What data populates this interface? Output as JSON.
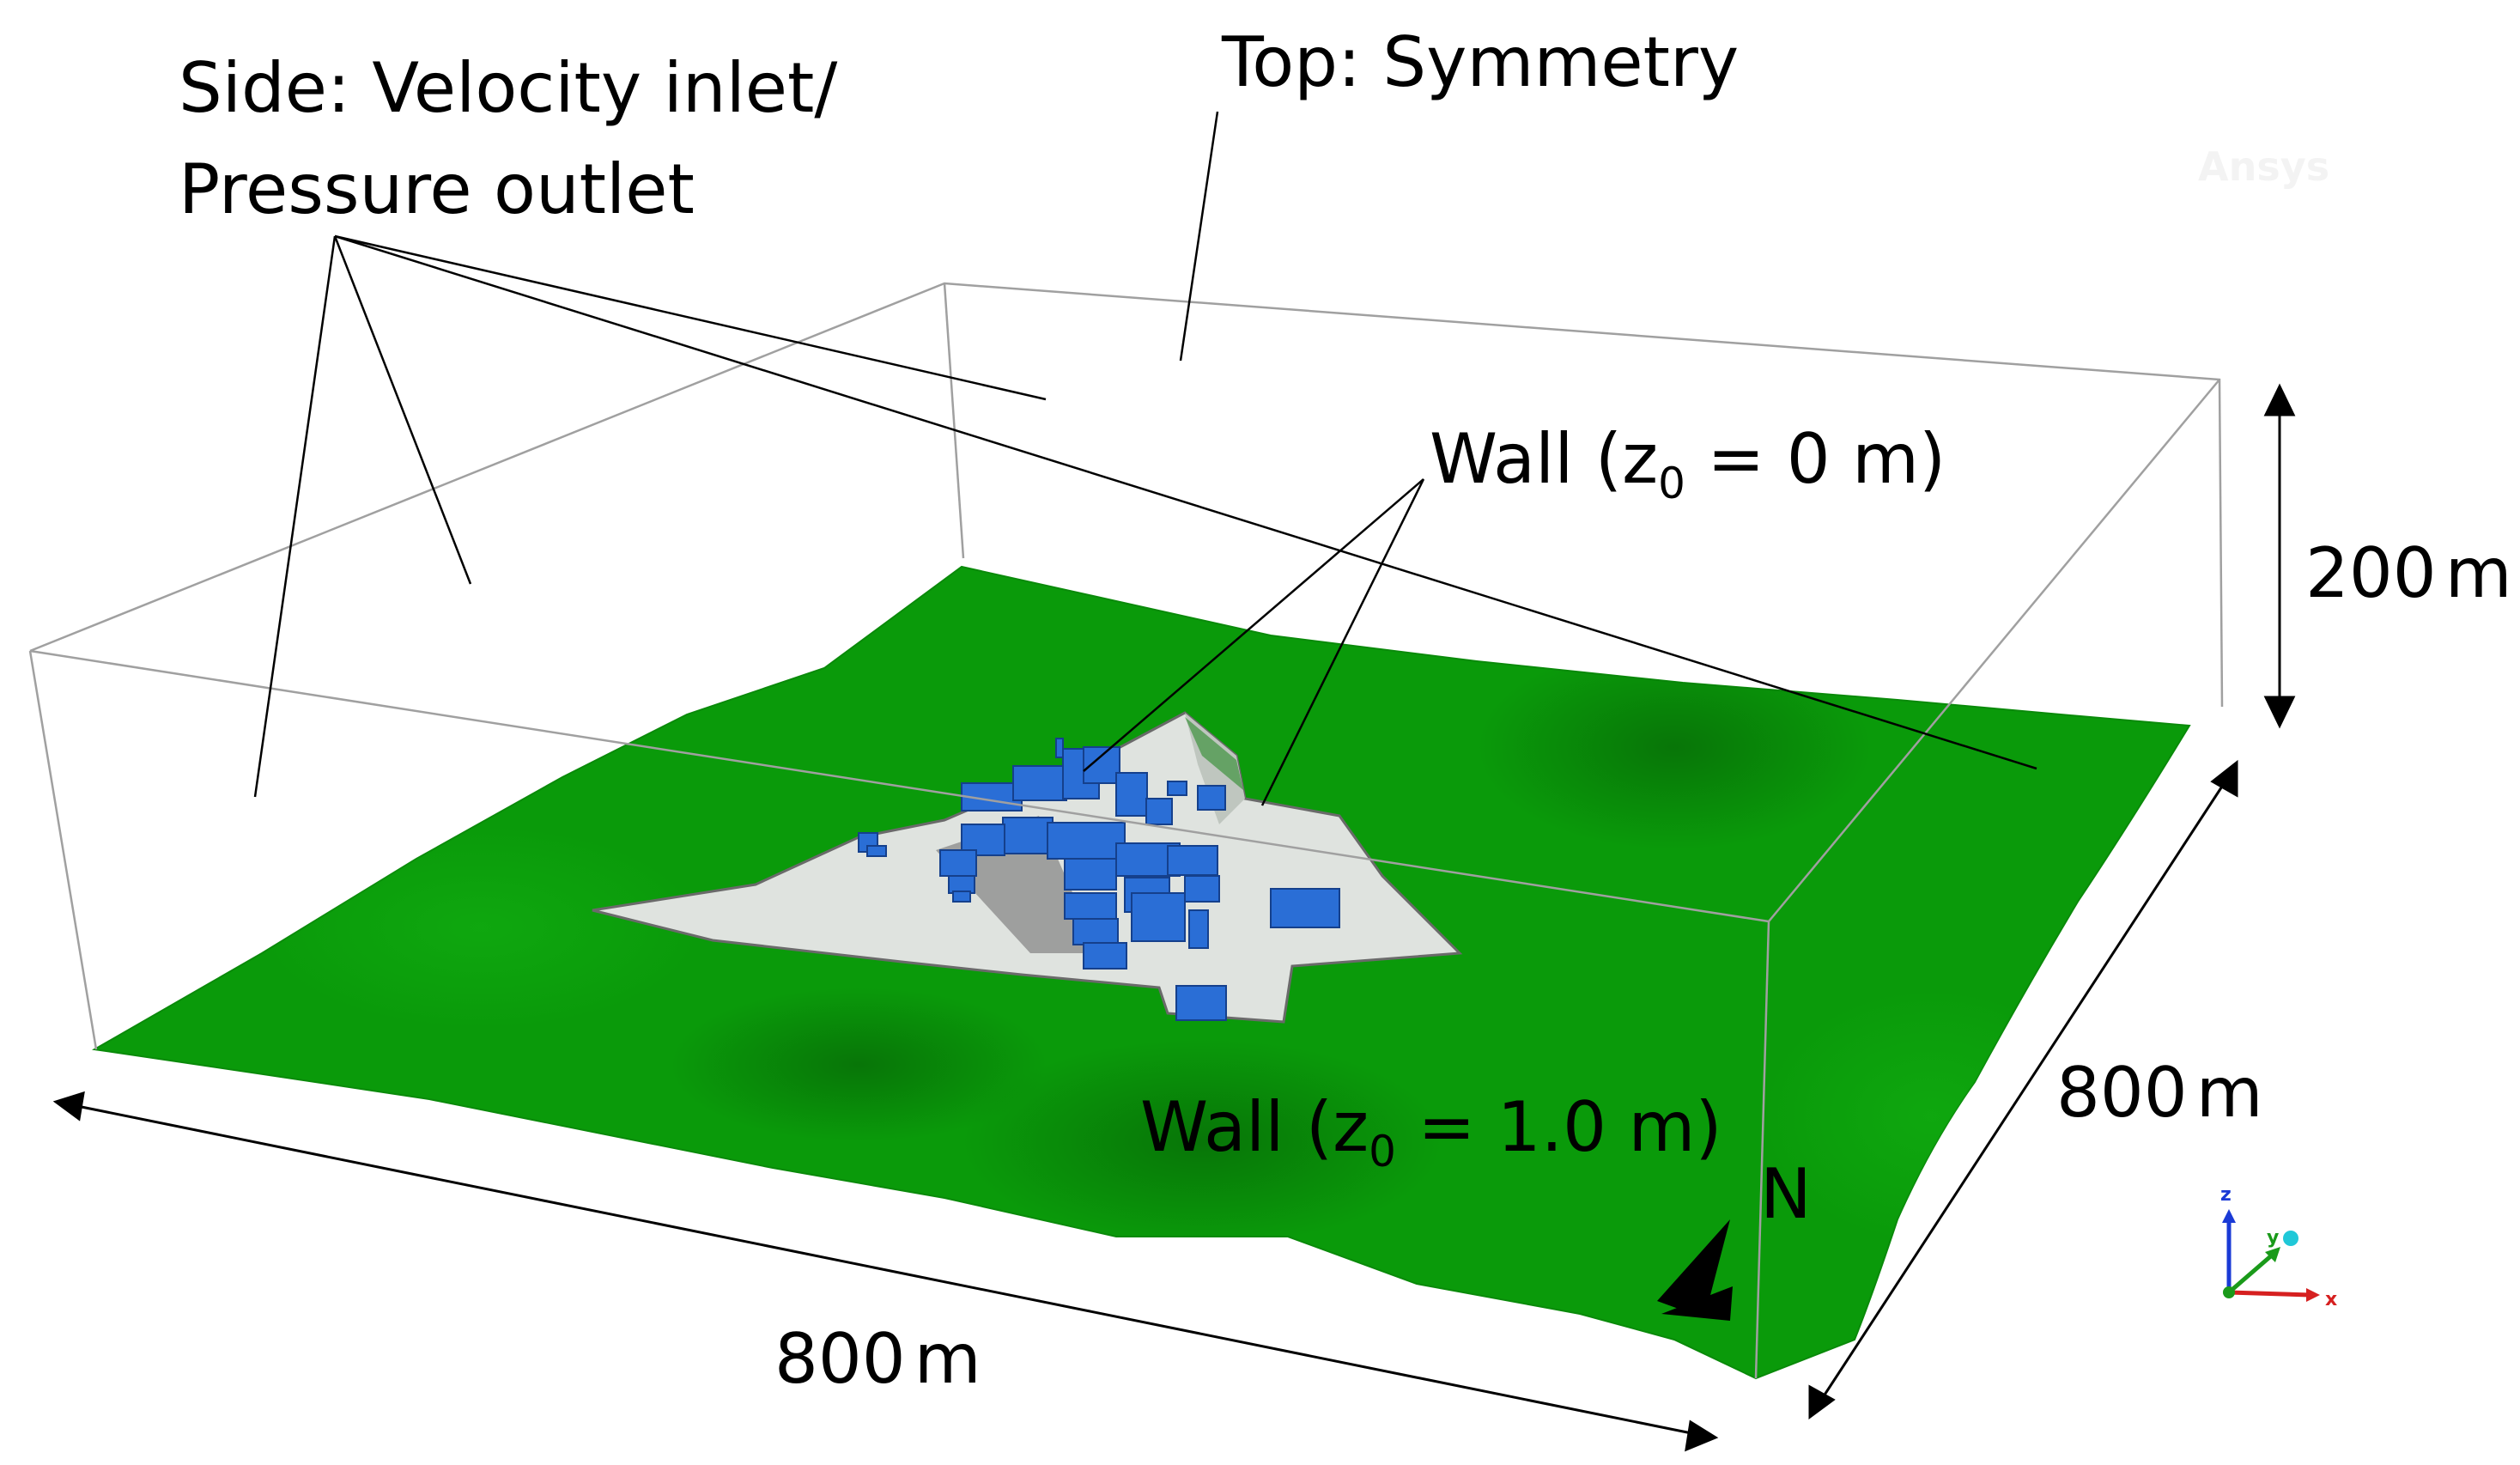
{
  "labels": {
    "side_line1": "Side: Velocity inlet/",
    "side_line2": "Pressure outlet",
    "top": "Top: Symmetry",
    "wall_top_prefix": "Wall (z",
    "wall_top_sub": "0",
    "wall_top_suffix": " = 0 m)",
    "wall_bottom_prefix": "Wall (z",
    "wall_bottom_sub": "0",
    "wall_bottom_suffix": " = 1.0 m)",
    "north": "N",
    "watermark": "Ansys"
  },
  "dimensions": {
    "height_value": "200",
    "height_unit": "m",
    "depth_value": "800",
    "depth_unit": "m",
    "width_value": "800",
    "width_unit": "m"
  },
  "triad": {
    "z": "z",
    "y": "y",
    "x": "x"
  },
  "colors": {
    "terrain": "#0a9a0a",
    "terrain_dark": "#087a08",
    "site": "#dfe3df",
    "buildings": "#2a6ed6",
    "edges": "#999999",
    "leader": "#000000"
  }
}
